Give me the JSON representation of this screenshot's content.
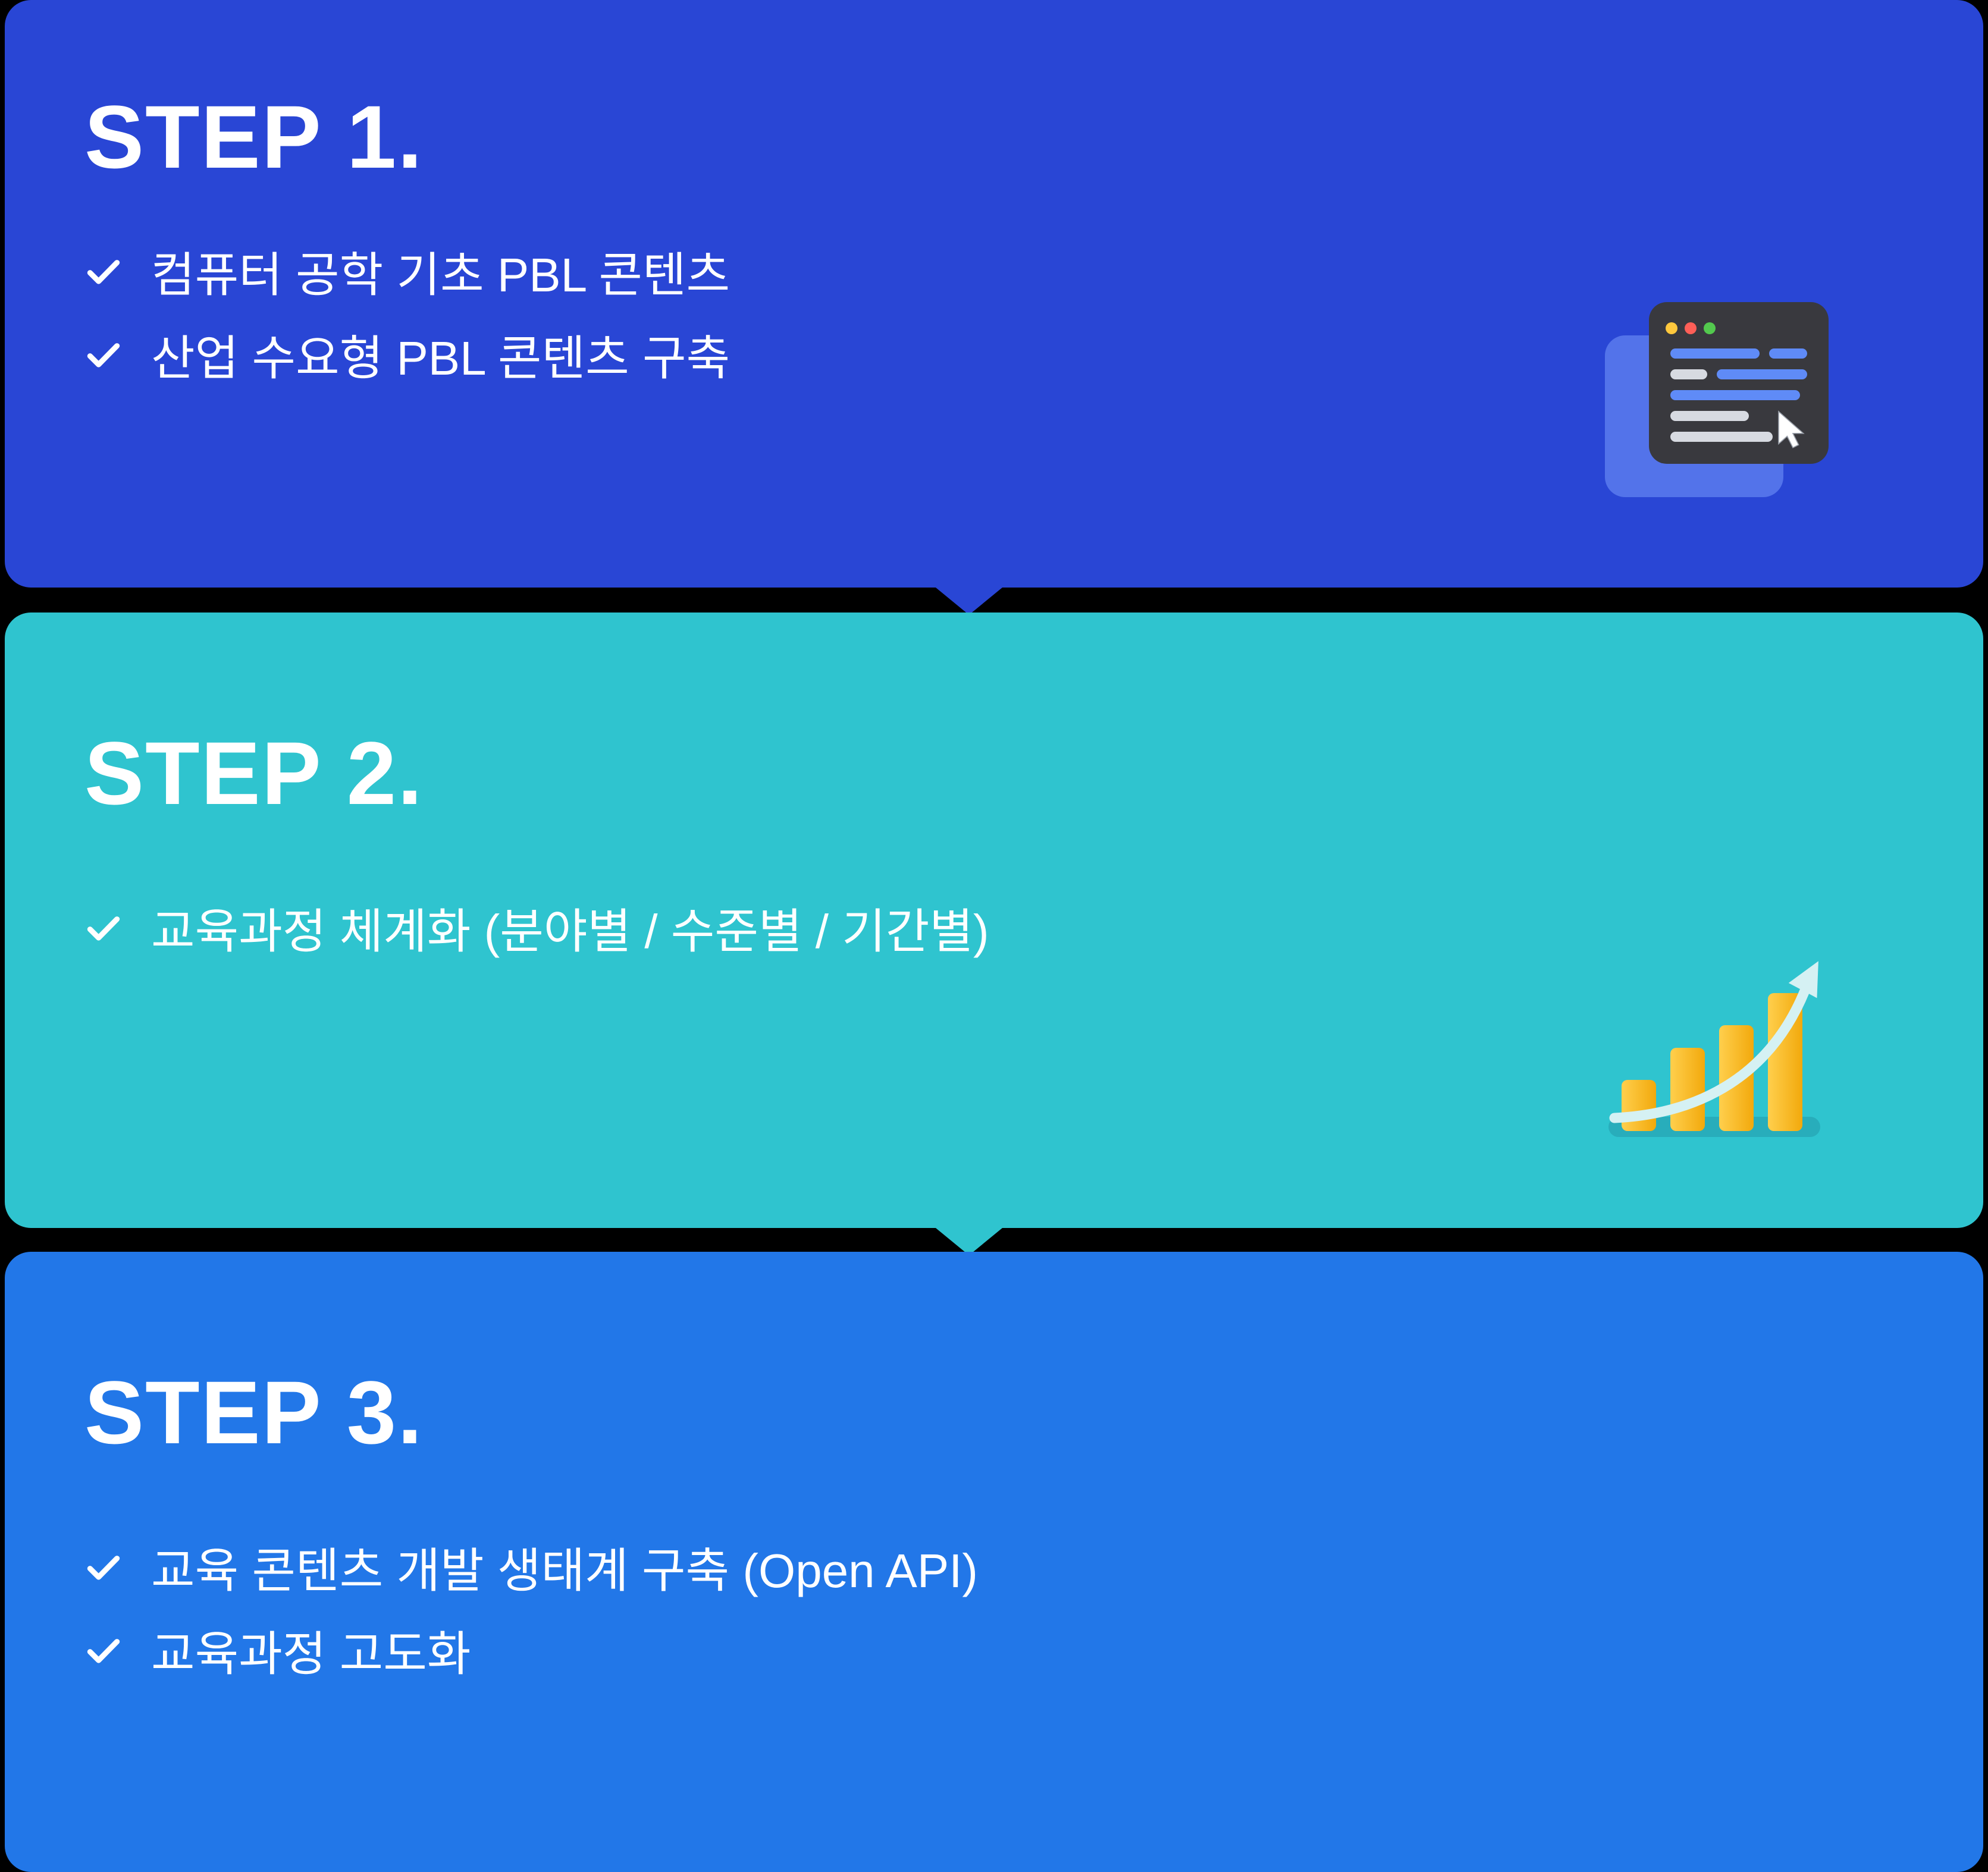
{
  "colors": {
    "background": "#000000",
    "step1_bg": "#2946d5",
    "step2_bg": "#2fc4cf",
    "step3_bg": "#2277e8",
    "text": "#ffffff",
    "check": "#ffffff",
    "bar_gold": "#f7af14",
    "code_window_dark": "#39393e",
    "code_back_blue": "#5373ea"
  },
  "icons": {
    "step1": "code-window-icon",
    "step2": "bar-chart-growth-icon"
  },
  "steps": [
    {
      "title": "STEP 1.",
      "items": [
        "컴퓨터 공학 기초 PBL 콘텐츠",
        "산업 수요형 PBL 콘텐츠 구축"
      ]
    },
    {
      "title": "STEP 2.",
      "items": [
        "교육과정 체계화 (분야별 / 수준별 / 기간별)"
      ]
    },
    {
      "title": "STEP 3.",
      "items": [
        "교육 콘텐츠 개발 생태계 구축 (Open API)",
        "교육과정 고도화"
      ]
    }
  ]
}
